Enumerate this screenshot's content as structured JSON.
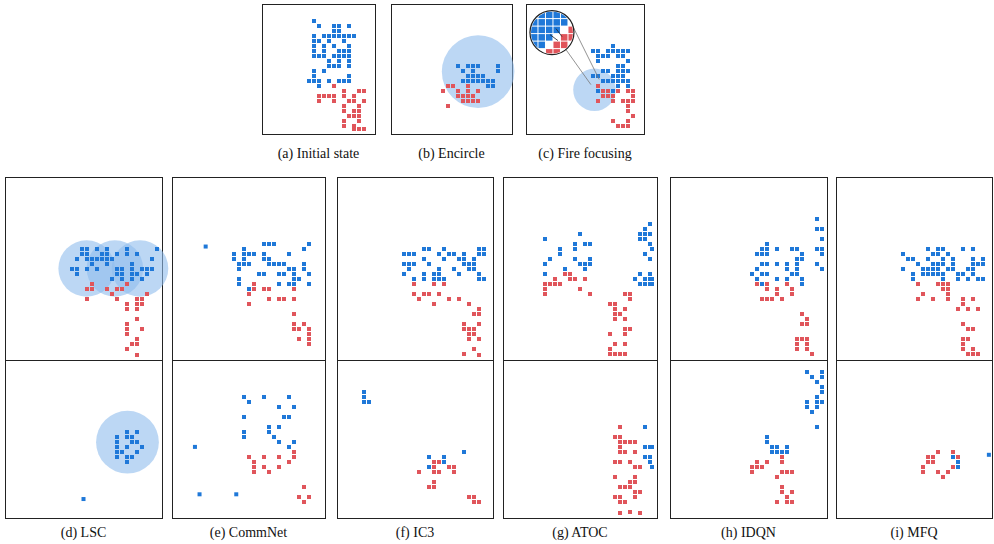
{
  "diagram": {
    "labels": [
      "(a) Initial state",
      "(b) Encircle",
      "(c) Fire focusing",
      "(d) LSC",
      "(e) CommNet",
      "(f) IC3",
      "(g) ATOC",
      "(h) IDQN",
      "(i) MFQ"
    ]
  }
}
